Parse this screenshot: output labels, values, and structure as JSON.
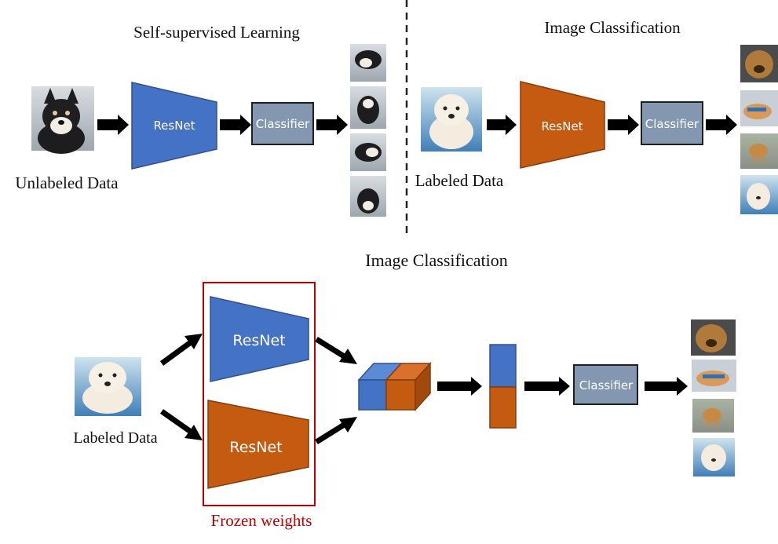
{
  "top_left": {
    "title": "Self-supervised Learning",
    "input_label": "Unlabeled Data",
    "encoder_label": "ResNet",
    "classifier_label": "Classifier"
  },
  "top_right": {
    "title": "Image Classification",
    "input_label": "Labeled Data",
    "encoder_label": "ResNet",
    "classifier_label": "Classifier"
  },
  "bottom": {
    "title": "Image Classification",
    "input_label": "Labeled Data",
    "encoder_top_label": "ResNet",
    "encoder_bottom_label": "ResNet",
    "classifier_label": "Classifier",
    "frozen_label": "Frozen weights"
  },
  "colors": {
    "blue": "#4472c4",
    "orange": "#c55a11",
    "classifier": "#8497b0",
    "frozen_box": "#c00000"
  }
}
